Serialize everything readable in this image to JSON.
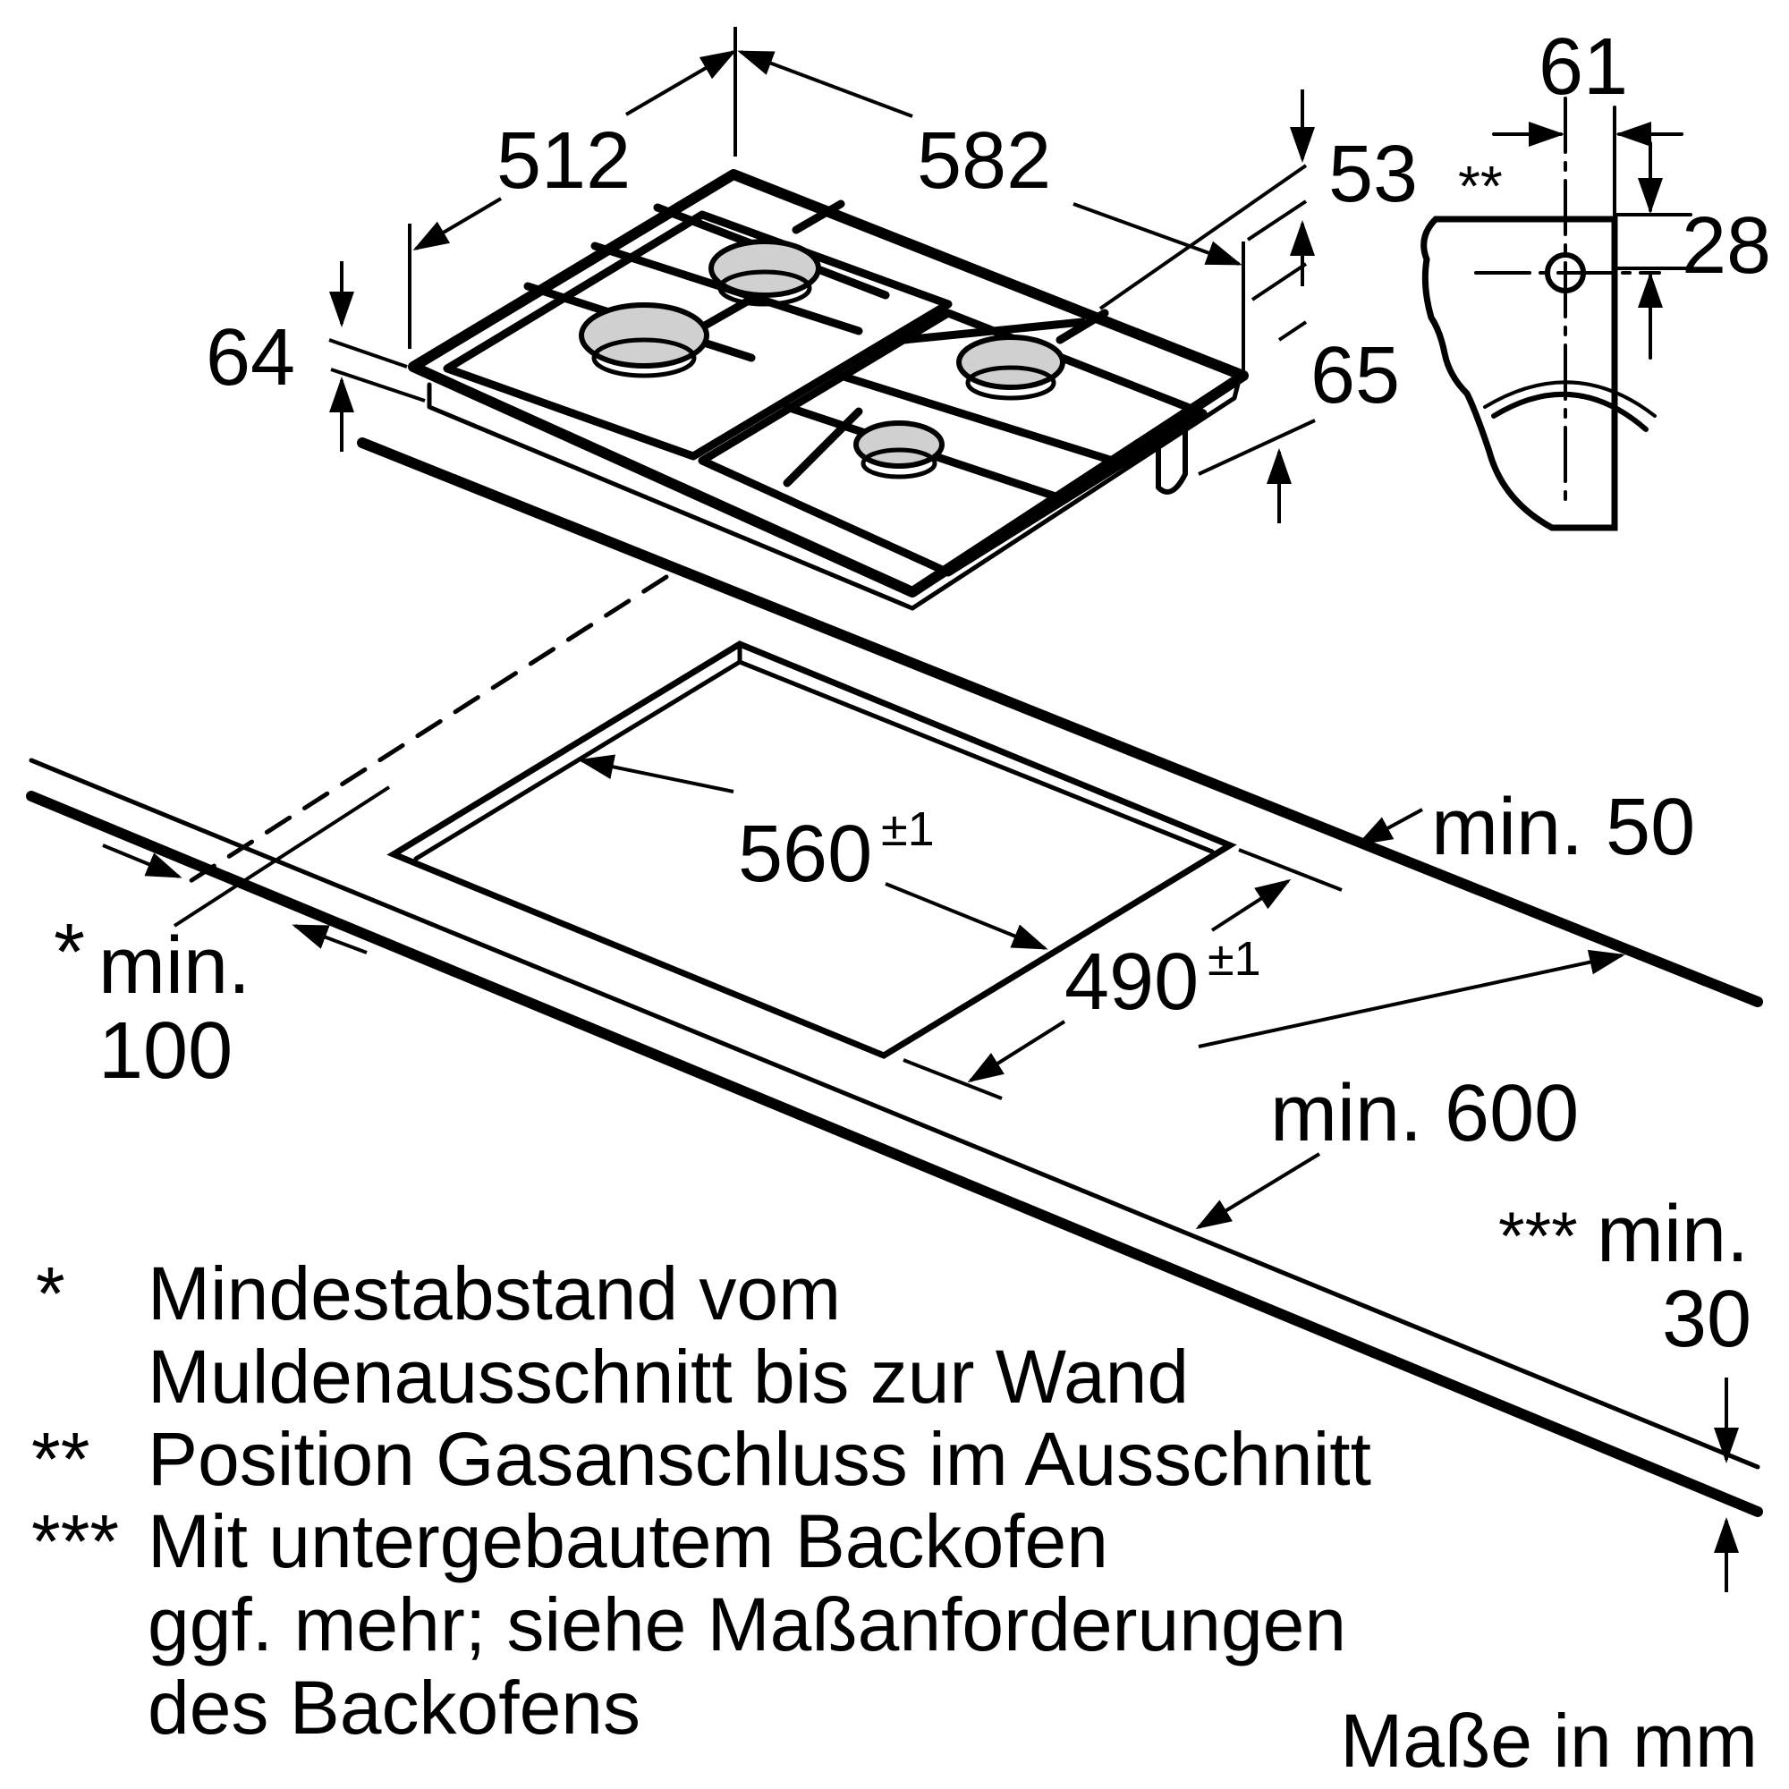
{
  "dimensions": {
    "hob_depth": "512",
    "hob_width": "582",
    "height_total": "64",
    "height_under": "53",
    "height_side": "65",
    "gas_offset_x": "61",
    "gas_offset_y": "28",
    "gas_marker": "**",
    "cutout_width": "560",
    "cutout_width_tol": "±1",
    "cutout_depth": "490",
    "cutout_depth_tol": "±1",
    "min_back": "min. 50",
    "min_wall_prefix": "*",
    "min_wall_label": "min.",
    "min_wall_value": "100",
    "min_depth": "min. 600",
    "min_under_prefix": "***",
    "min_under_label": "min.",
    "min_under_value": "30"
  },
  "notes": [
    {
      "marker": "*",
      "lines": [
        "Mindestabstand vom",
        "Muldenausschnitt bis zur Wand"
      ]
    },
    {
      "marker": "**",
      "lines": [
        "Position Gasanschluss im Ausschnitt"
      ]
    },
    {
      "marker": "***",
      "lines": [
        "Mit untergebautem Backofen",
        "ggf. mehr; siehe Maßanforderungen",
        "des Backofens"
      ]
    }
  ],
  "units_label": "Maße in mm"
}
